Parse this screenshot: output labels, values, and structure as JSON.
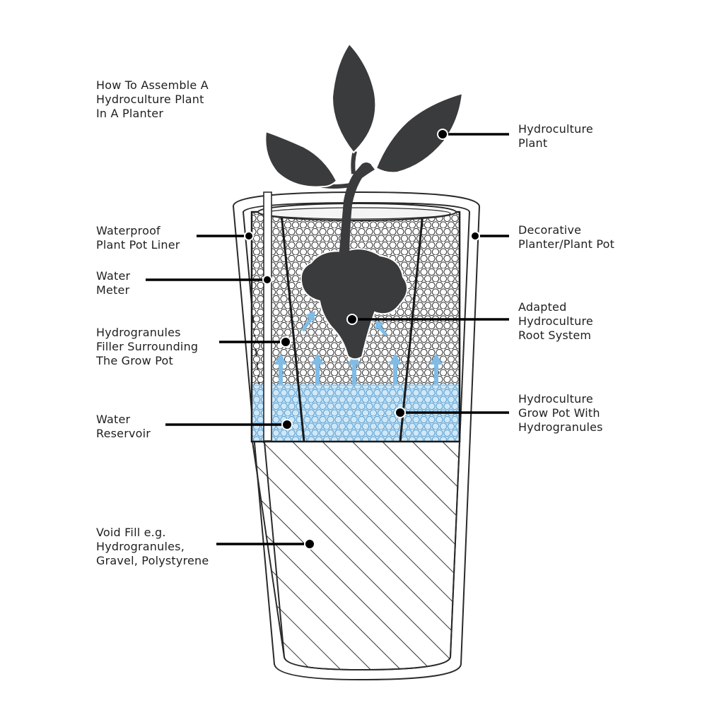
{
  "title": [
    "How To Assemble A",
    "Hydroculture Plant",
    "In A Planter"
  ],
  "colors": {
    "ink": "#1f1f1f",
    "plant": "#3a3b3d",
    "water": "#bfe0f5",
    "arrow": "#7fbce6",
    "leader": "#000000"
  },
  "labels": {
    "hydroculture_plant": [
      "Hydroculture",
      "Plant"
    ],
    "decorative_planter": [
      "Decorative",
      "Planter/Plant Pot"
    ],
    "root_system": [
      "Adapted",
      "Hydroculture",
      "Root System"
    ],
    "grow_pot": [
      "Hydroculture",
      "Grow Pot With",
      "Hydrogranules"
    ],
    "pot_liner": [
      "Waterproof",
      "Plant Pot Liner"
    ],
    "water_meter": [
      "Water",
      "Meter"
    ],
    "filler": [
      "Hydrogranules",
      "Filler Surrounding",
      "The Grow Pot"
    ],
    "water_reservoir": [
      "Water",
      "Reservoir"
    ],
    "void_fill": [
      "Void Fill e.g.",
      "Hydrogranules,",
      "Gravel, Polystyrene"
    ]
  }
}
